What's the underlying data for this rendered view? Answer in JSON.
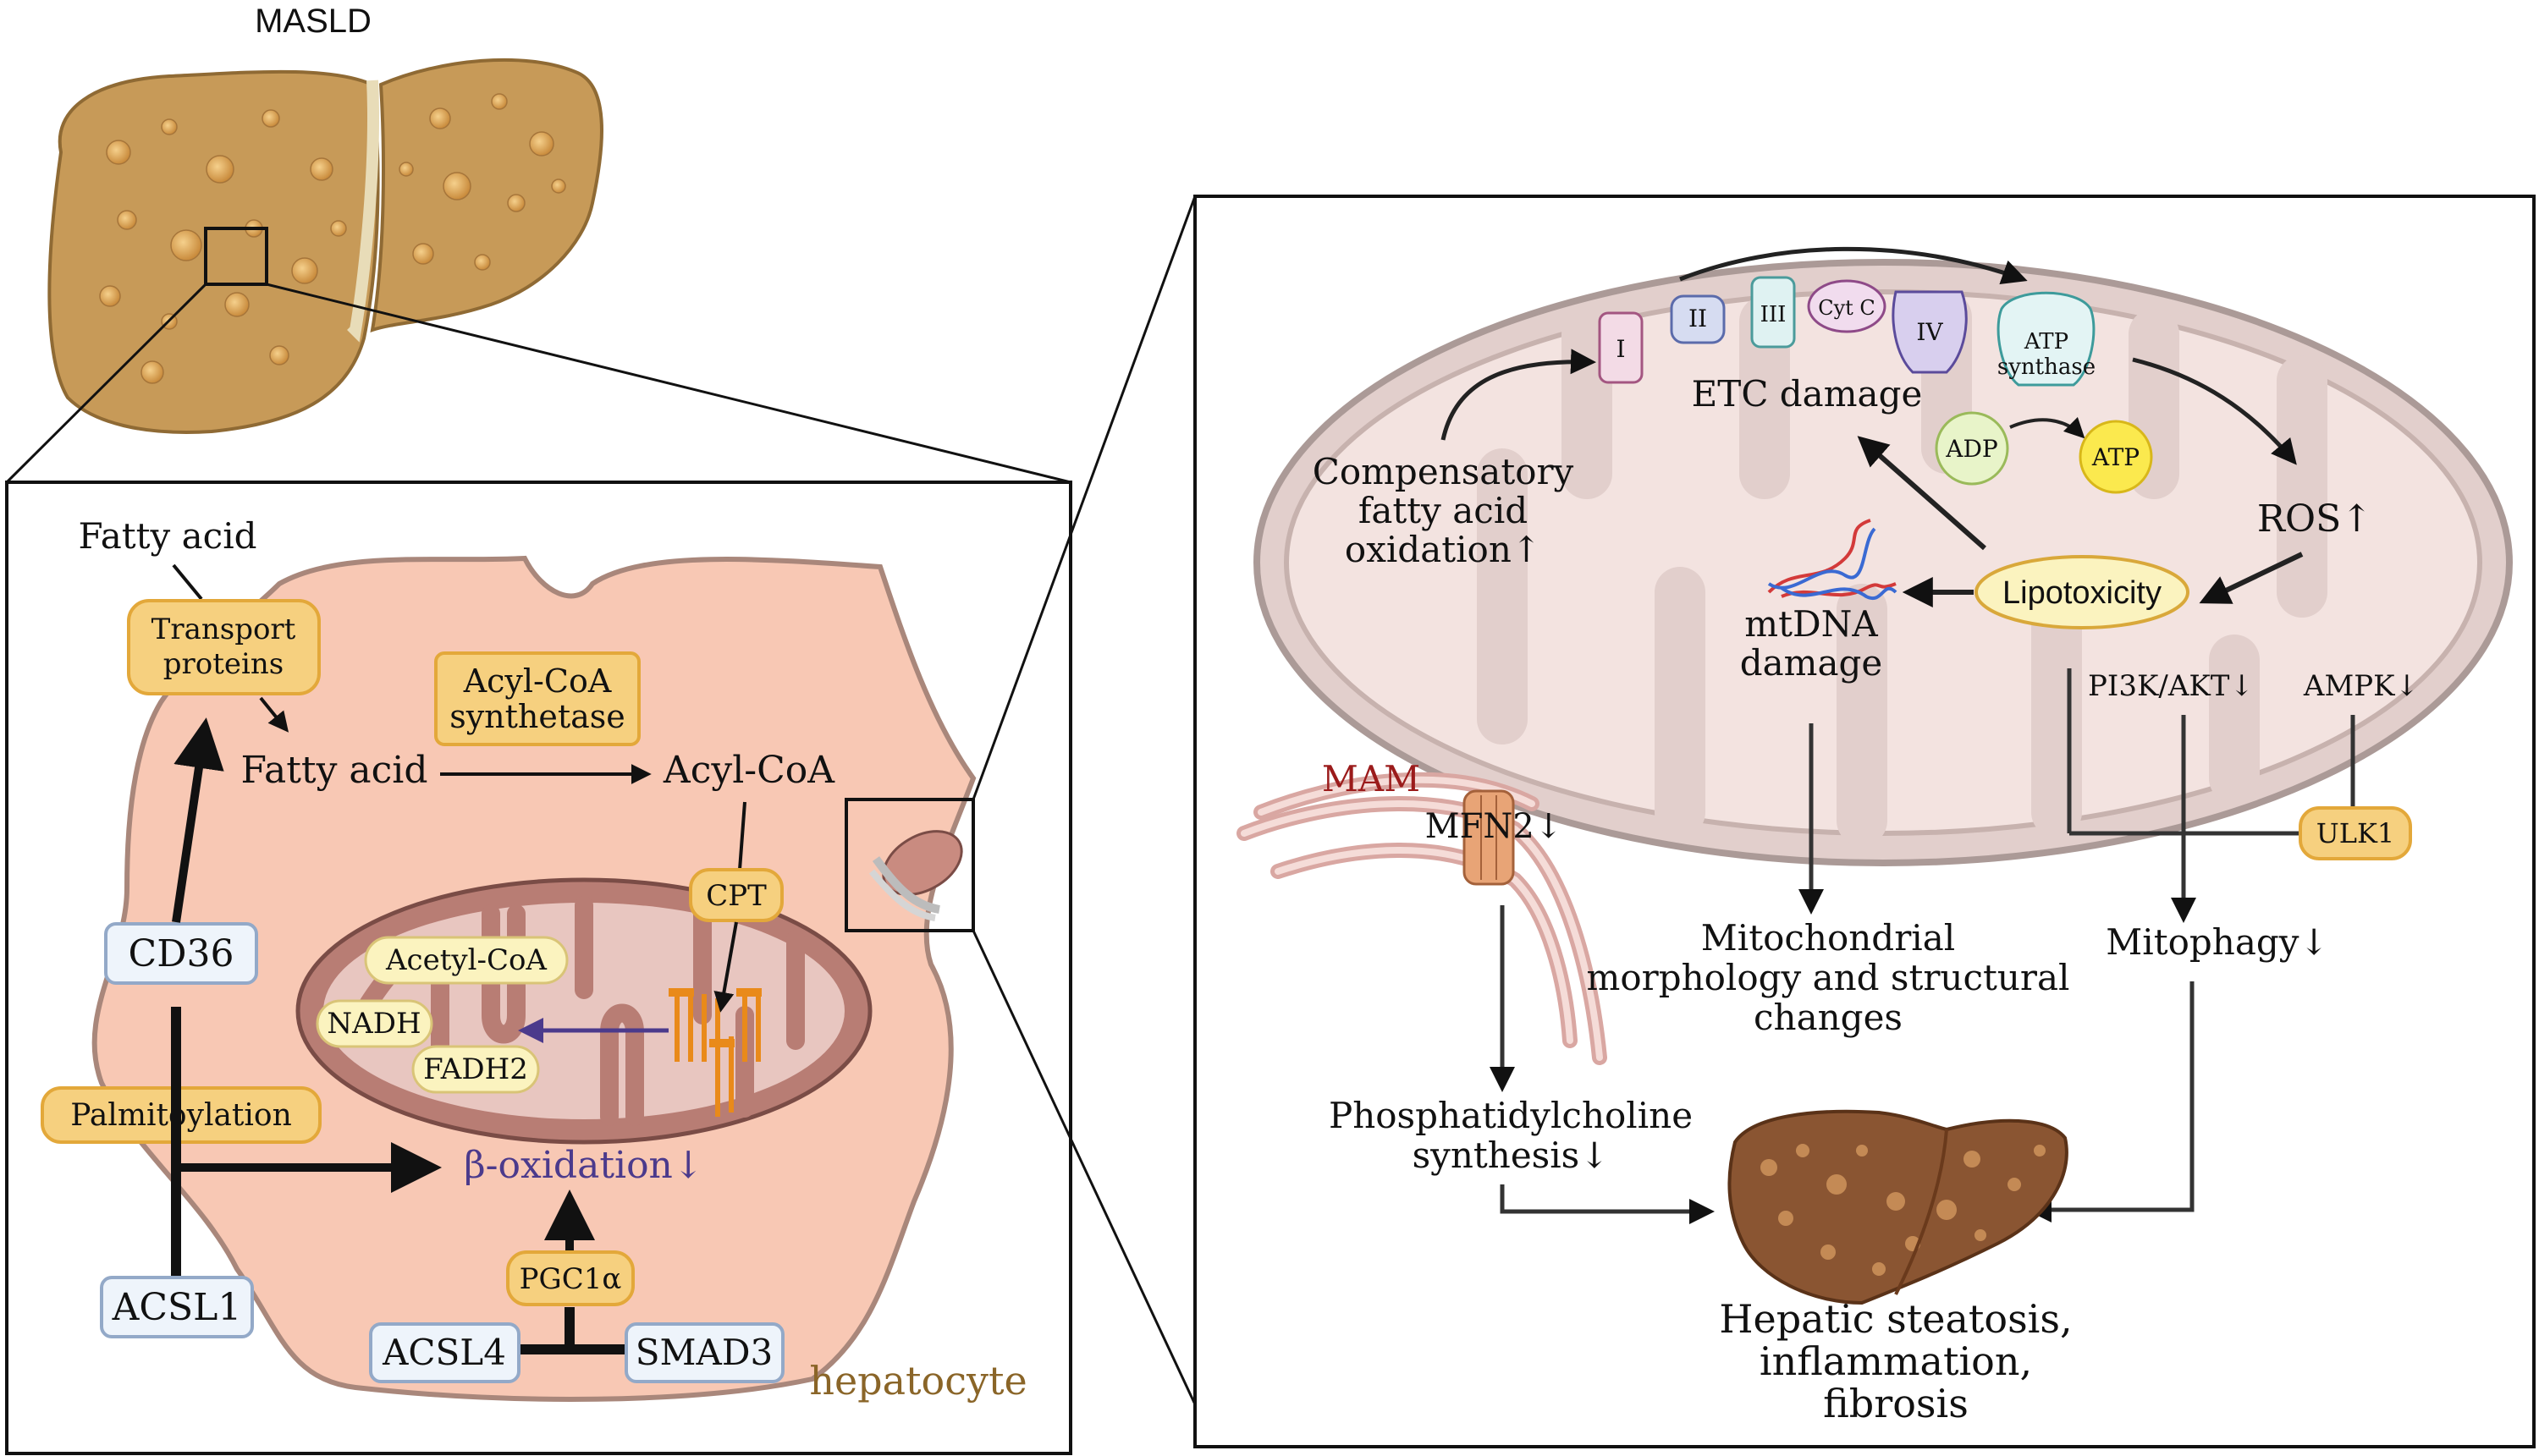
{
  "liver": {
    "title": "MASLD"
  },
  "hepatocyte": {
    "cell_label": "hepatocyte",
    "fatty_acid_outside": "Fatty acid",
    "transport_line1": "Transport",
    "transport_line2": "proteins",
    "fatty_acid_inside": "Fatty acid",
    "acyl_synth_line1": "Acyl-CoA",
    "acyl_synth_line2": "synthetase",
    "acyl_coa": "Acyl-CoA",
    "cpt": "CPT",
    "acetyl_coa": "Acetyl-CoA",
    "nadh": "NADH",
    "fadh2": "FADH2",
    "beta_oxidation": "β-oxidation↓",
    "cd36": "CD36",
    "palmitoylation": "Palmitoylation",
    "acsl1": "ACSL1",
    "pgc1a": "PGC1α",
    "acsl4": "ACSL4",
    "smad3": "SMAD3"
  },
  "mitochondrion": {
    "complex_I": "I",
    "complex_II": "II",
    "complex_III": "III",
    "cyt_c": "Cyt C",
    "complex_IV": "IV",
    "atp_synthase_line1": "ATP",
    "atp_synthase_line2": "synthase",
    "adp": "ADP",
    "atp": "ATP",
    "etc_damage": "ETC damage",
    "compensatory_line1": "Compensatory",
    "compensatory_line2": "fatty acid",
    "compensatory_line3": "oxidation↑",
    "ros": "ROS↑",
    "lipotoxicity": "Lipotoxicity",
    "mtdna_line1": "mtDNA",
    "mtdna_line2": "damage",
    "pi3k_akt": "PI3K/AKT↓",
    "ampk": "AMPK↓",
    "ulk1": "ULK1",
    "mam": "MAM",
    "mfn2": "MFN2↓"
  },
  "outcomes": {
    "mito_line1": "Mitochondrial",
    "mito_line2": "morphology and structural",
    "mito_line3": "changes",
    "mitophagy": "Mitophagy↓",
    "pc_line1": "Phosphatidylcholine",
    "pc_line2": "synthesis↓",
    "final_line1": "Hepatic steatosis,",
    "final_line2": "inflammation,",
    "final_line3": "fibrosis"
  },
  "colors": {
    "liver": "#c79a58",
    "cell": "#f8c8b4",
    "cell_border": "#a9877b",
    "mito_outer": "#b87d74",
    "mito_inner": "#e8c6c0",
    "box_yellow": "#f6d07f",
    "box_yellow_border": "#e3a83a",
    "box_blue": "#eef4fb",
    "box_blue_border": "#93a9c8",
    "purple": "#4b3a8c",
    "mam_red": "#9b1b1b",
    "hepatocyte_label": "#8a6528"
  }
}
